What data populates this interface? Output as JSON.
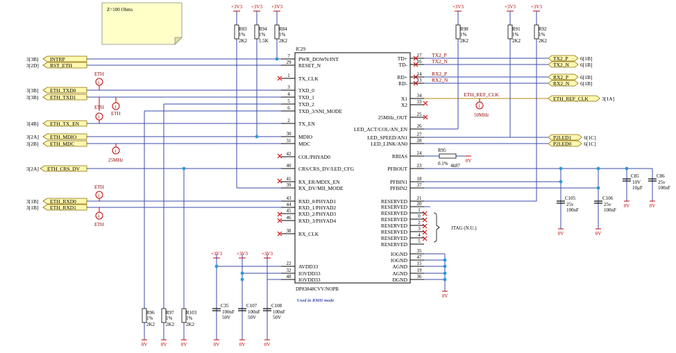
{
  "note": "Z=100 Ohms",
  "ic": {
    "ref": "IC29",
    "part": "DP83848CVV/NOPB",
    "caption": "Used in RMII mode",
    "left_pins": [
      {
        "num": "7",
        "label": "PWR_DOWN/INT"
      },
      {
        "num": "29",
        "label": "RESET_N"
      },
      {
        "num": "1",
        "label": "TX_CLK"
      },
      {
        "num": "3",
        "label": "TXD_0"
      },
      {
        "num": "4",
        "label": "TXD_1"
      },
      {
        "num": "5",
        "label": "TXD_2"
      },
      {
        "num": "6",
        "label": "TXD_3/SNI_MODE"
      },
      {
        "num": "2",
        "label": "TX_EN"
      },
      {
        "num": "30",
        "label": "MDIO"
      },
      {
        "num": "31",
        "label": "MDC"
      },
      {
        "num": "42",
        "label": "COL/PHYAD0"
      },
      {
        "num": "40",
        "label": "CRS/CRS_DV/LED_CFG"
      },
      {
        "num": "41",
        "label": "RX_ER/MDIX_EN"
      },
      {
        "num": "39",
        "label": "RX_DV/MII_MODE"
      },
      {
        "num": "43",
        "label": "RXD_0/PHYAD1"
      },
      {
        "num": "44",
        "label": "RXD_1/PHYAD2"
      },
      {
        "num": "45",
        "label": "RXD_2/PHYAD3"
      },
      {
        "num": "46",
        "label": "RXD_3/PHYAD4"
      },
      {
        "num": "38",
        "label": "RX_CLK"
      },
      {
        "num": "22",
        "label": "AVDD33"
      },
      {
        "num": "32",
        "label": "IOVDD33"
      },
      {
        "num": "48",
        "label": "IOVDD33"
      }
    ],
    "right_pins": [
      {
        "num": "17",
        "label": "TD+"
      },
      {
        "num": "16",
        "label": "TD-"
      },
      {
        "num": "14",
        "label": "RD+"
      },
      {
        "num": "13",
        "label": "RD-"
      },
      {
        "num": "34",
        "label": "X1"
      },
      {
        "num": "33",
        "label": "X2"
      },
      {
        "num": "25",
        "label": "25MHz_OUT"
      },
      {
        "num": "26",
        "label": "LED_ACT/COL/AN_EN"
      },
      {
        "num": "27",
        "label": "LED_SPEED/AN1"
      },
      {
        "num": "28",
        "label": "LED_LINK/AN0"
      },
      {
        "num": "24",
        "label": "RBIAS"
      },
      {
        "num": "23",
        "label": "PFBOUT"
      },
      {
        "num": "18",
        "label": "PFBIN1"
      },
      {
        "num": "37",
        "label": "PFBIN2"
      },
      {
        "num": "21",
        "label": "RESERVED"
      },
      {
        "num": "20",
        "label": "RESERVED"
      },
      {
        "num": "1",
        "label": "RESERVED"
      },
      {
        "num": "0",
        "label": "RESERVED"
      },
      {
        "num": "2",
        "label": "RESERVED"
      },
      {
        "num": "3",
        "label": "RESERVED"
      },
      {
        "num": "4",
        "label": "RESERVED"
      },
      {
        "num": "5",
        "label": "RESERVED"
      },
      {
        "num": "35",
        "label": "IOGND"
      },
      {
        "num": "47",
        "label": "IOGND"
      },
      {
        "num": "15",
        "label": "AGND"
      },
      {
        "num": "19",
        "label": "AGND"
      },
      {
        "num": "36",
        "label": "DGND"
      }
    ],
    "jtag_note": "JTAG (N.U.)"
  },
  "left_ports": [
    {
      "sheet": "3[3B]",
      "name": "INTRP"
    },
    {
      "sheet": "3[2D]",
      "name": "RST_ETH"
    },
    {
      "sheet": "3[3B]",
      "name": "ETH_TXD0"
    },
    {
      "sheet": "3[3B]",
      "name": "ETH_TXD1"
    },
    {
      "sheet": "3[4B]",
      "name": "ETH_TX_EN"
    },
    {
      "sheet": "3[2A]",
      "name": "ETH_MDIO"
    },
    {
      "sheet": "3[2B]",
      "name": "ETH_MDC"
    },
    {
      "sheet": "3[2A]",
      "name": "ETH_CRS_DV"
    },
    {
      "sheet": "3[1B]",
      "name": "ETH_RXD0"
    },
    {
      "sheet": "3[1B]",
      "name": "ETH_RXD1"
    }
  ],
  "right_ports": [
    {
      "name": "TX2_P",
      "sheet": "6[1B]"
    },
    {
      "name": "TX2_N",
      "sheet": "6[1B]"
    },
    {
      "name": "RX2_P",
      "sheet": "6[1B]"
    },
    {
      "name": "RX2_N",
      "sheet": "6[1B]"
    },
    {
      "name": "ETH_REF_CLK",
      "sheet": "3[1A]"
    },
    {
      "name": "P2LED1",
      "sheet": "6[1C]"
    },
    {
      "name": "P2LED0",
      "sheet": "6[1C]"
    }
  ],
  "nets": {
    "tx2p": "TX2_P",
    "tx2n": "TX2_N",
    "rx2p": "RX2_P",
    "rx2n": "RX2_N",
    "refclk": "ETH_REF_CLK",
    "freq50": "50MHz",
    "freq25": "25MHz",
    "eth": "ETH"
  },
  "power": {
    "v33": "+3V3",
    "gnd": "0V"
  },
  "resistors": [
    {
      "ref": "R83",
      "tol": "1%",
      "val": "2K2"
    },
    {
      "ref": "R94",
      "tol": "1%",
      "val": "1.5K"
    },
    {
      "ref": "R84",
      "tol": "1%",
      "val": "2K2"
    },
    {
      "ref": "R98",
      "tol": "1%",
      "val": "2K2"
    },
    {
      "ref": "R91",
      "tol": "1%",
      "val": "2K2"
    },
    {
      "ref": "R92",
      "tol": "1%",
      "val": "2K2"
    },
    {
      "ref": "R96",
      "tol": "1%",
      "val": "2K2"
    },
    {
      "ref": "R97",
      "tol": "1%",
      "val": "2K2"
    },
    {
      "ref": "R103",
      "tol": "1%",
      "val": "2K2"
    },
    {
      "ref": "R95",
      "tol": "0.1%",
      "val": "4k87"
    }
  ],
  "capacitors": [
    {
      "ref": "C85",
      "v": "10V",
      "val": "10µF"
    },
    {
      "ref": "C86",
      "v": "25v",
      "val": "100nF"
    },
    {
      "ref": "C105",
      "v": "25v",
      "val": "100nF"
    },
    {
      "ref": "C106",
      "v": "25v",
      "val": "100nF"
    },
    {
      "ref": "C35",
      "v": "100nF",
      "val": "50V"
    },
    {
      "ref": "C107",
      "v": "100nF",
      "val": "50V"
    },
    {
      "ref": "C108",
      "v": "100nF",
      "val": "50V"
    }
  ]
}
